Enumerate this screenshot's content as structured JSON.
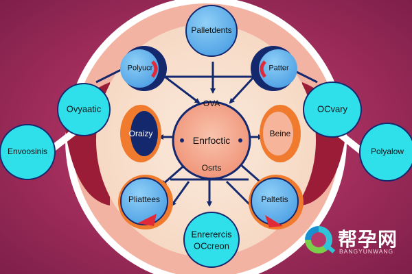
{
  "diagram": {
    "center": {
      "top": "OVA",
      "middle": "Enrfoctic",
      "bottom": "Osrts"
    },
    "nodes": {
      "top": "Palletdents",
      "upper_left": "Polyucr",
      "upper_right": "Patter",
      "mid_left": "Oraizy",
      "mid_right": "Beine",
      "lower_left": "Pliattees",
      "lower_right": "Paltetis",
      "bottom_line1": "Enrerercis",
      "bottom_line2": "OCcreon"
    },
    "outer": {
      "left_upper": "Ovyaatic",
      "left_lower": "Envoosinis",
      "right_upper": "OCvary",
      "right_lower": "Polyalow"
    }
  },
  "watermark": {
    "title": "帮孕网",
    "subtitle": "BANGYUNWANG"
  },
  "colors": {
    "cyan": "#2fe0ea",
    "orange": "#f07a2e",
    "navy": "#14286e",
    "peach": "#f5a98f",
    "light_blue": "#6cb8ee"
  }
}
